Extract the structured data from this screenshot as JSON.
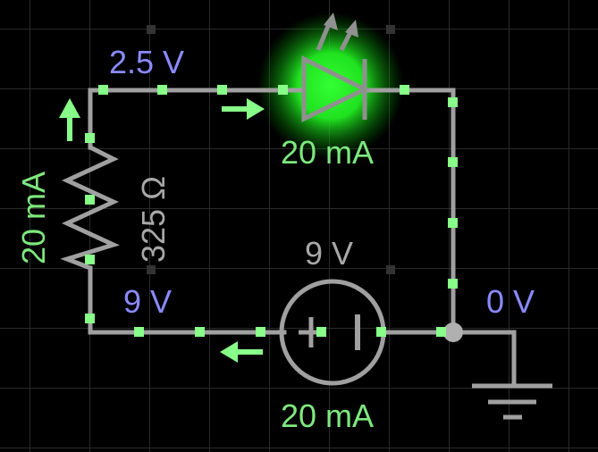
{
  "circuit": {
    "node_voltages": {
      "top_left": "2.5 V",
      "bottom_left": "9 V",
      "ground": "0 V"
    },
    "led": {
      "current": "20 mA",
      "lit": true,
      "glow_color": "#33ff33"
    },
    "resistor": {
      "value": "325 Ω",
      "current": "20 mA"
    },
    "battery": {
      "voltage": "9 V",
      "current": "20 mA"
    },
    "colors": {
      "wire": "#a0a0a0",
      "current_dot": "#88ff88",
      "voltage_label": "#8a8aff",
      "current_label": "#7ee87e",
      "component_label": "#a8a8a8",
      "grid": "#2a2a2a"
    }
  }
}
